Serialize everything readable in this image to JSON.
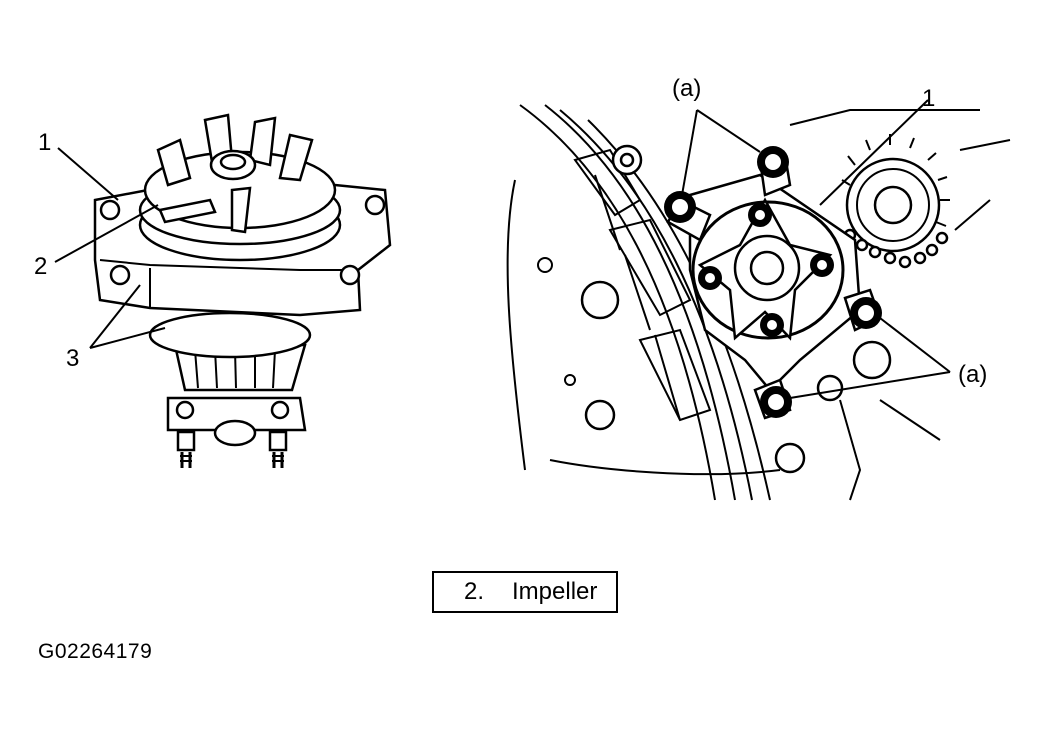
{
  "left_figure": {
    "callouts": [
      "1",
      "2",
      "3"
    ]
  },
  "right_figure": {
    "callouts": [
      "(a)",
      "1",
      "(a)"
    ]
  },
  "legend": {
    "number": "2.",
    "text": "Impeller"
  },
  "figure_id": "G02264179"
}
